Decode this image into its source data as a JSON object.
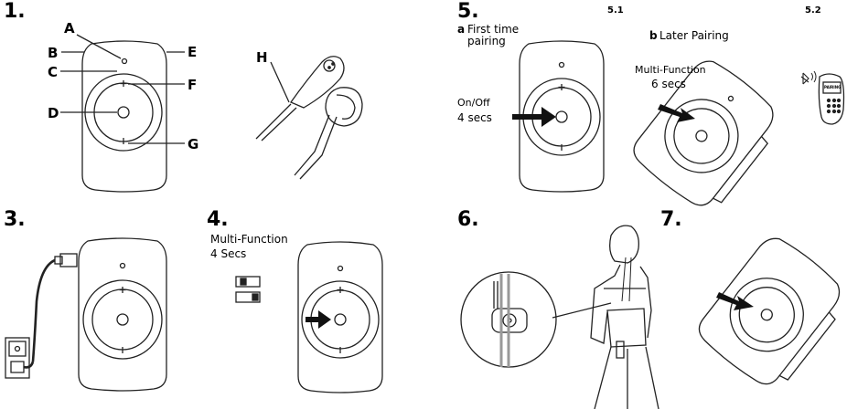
{
  "steps": {
    "s1": "1.",
    "s3": "3.",
    "s4": "4.",
    "s5": "5.",
    "s6": "6.",
    "s7": "7."
  },
  "sub_steps": {
    "s51": "5.1",
    "s52": "5.2"
  },
  "labels": {
    "A": "A",
    "B": "B",
    "C": "C",
    "D": "D",
    "E": "E",
    "F": "F",
    "G": "G",
    "H": "H"
  },
  "captions": {
    "multi_function_4": "Multi-Function",
    "multi_function_4_time": "4 Secs",
    "first_time_a": "a",
    "first_time": "First time",
    "first_time_2": "pairing",
    "on_off": "On/Off",
    "on_off_time": "4 secs",
    "later_b": "b",
    "later_pairing": "Later Pairing",
    "multi_function_6": "Multi-Function",
    "multi_function_6_time": "6 secs"
  },
  "button_symbols": {
    "plus": "+",
    "minus": "I"
  },
  "phone_screen": "PAIRING"
}
